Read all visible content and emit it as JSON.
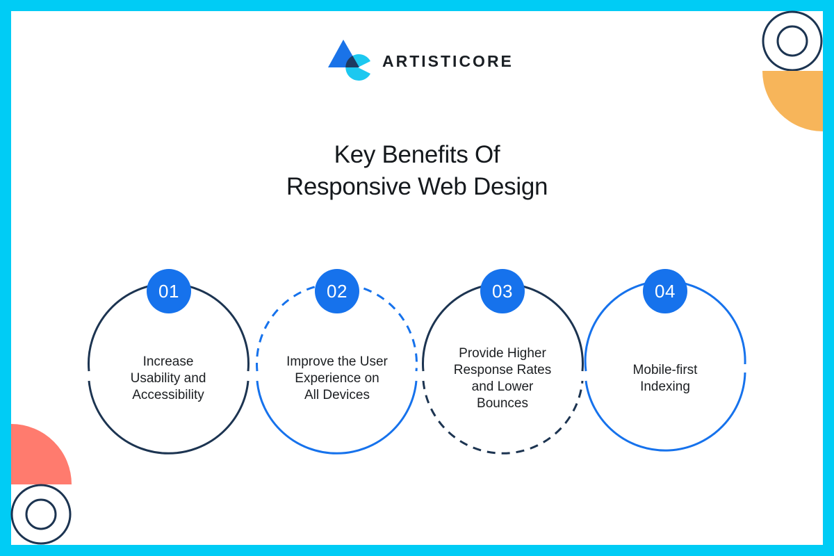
{
  "brand": {
    "name": "ARTISTICORE",
    "logo_icon": "triangle-pacman-logo-icon"
  },
  "title": {
    "line1": "Key Benefits Of",
    "line2": "Responsive Web Design"
  },
  "colors": {
    "frame": "#00CCF5",
    "background": "#FFFFFF",
    "accent_blue": "#1672EC",
    "navy": "#1C3451",
    "orange": "#F7B55A",
    "salmon": "#FF7B6E",
    "logo_blue": "#1A73E8",
    "logo_cyan": "#1CC8F0",
    "logo_overlap": "#1E3A5F"
  },
  "benefits": [
    {
      "number": "01",
      "text": "Increase Usability and Accessibility",
      "lines": [
        "Increase",
        "Usability and",
        "Accessibility"
      ],
      "ring_style": "solid-navy"
    },
    {
      "number": "02",
      "text": "Improve the User Experience on All Devices",
      "lines": [
        "Improve the User",
        "Experience on",
        "All Devices"
      ],
      "ring_style": "dashed-top-solid-bottom-blue"
    },
    {
      "number": "03",
      "text": "Provide Higher Response Rates and Lower Bounces",
      "lines": [
        "Provide Higher",
        "Response Rates",
        "and Lower",
        "Bounces"
      ],
      "ring_style": "solid-top-dashed-bottom-navy"
    },
    {
      "number": "04",
      "text": "Mobile-first Indexing",
      "lines": [
        "Mobile-first",
        "Indexing"
      ],
      "ring_style": "solid-blue"
    }
  ]
}
